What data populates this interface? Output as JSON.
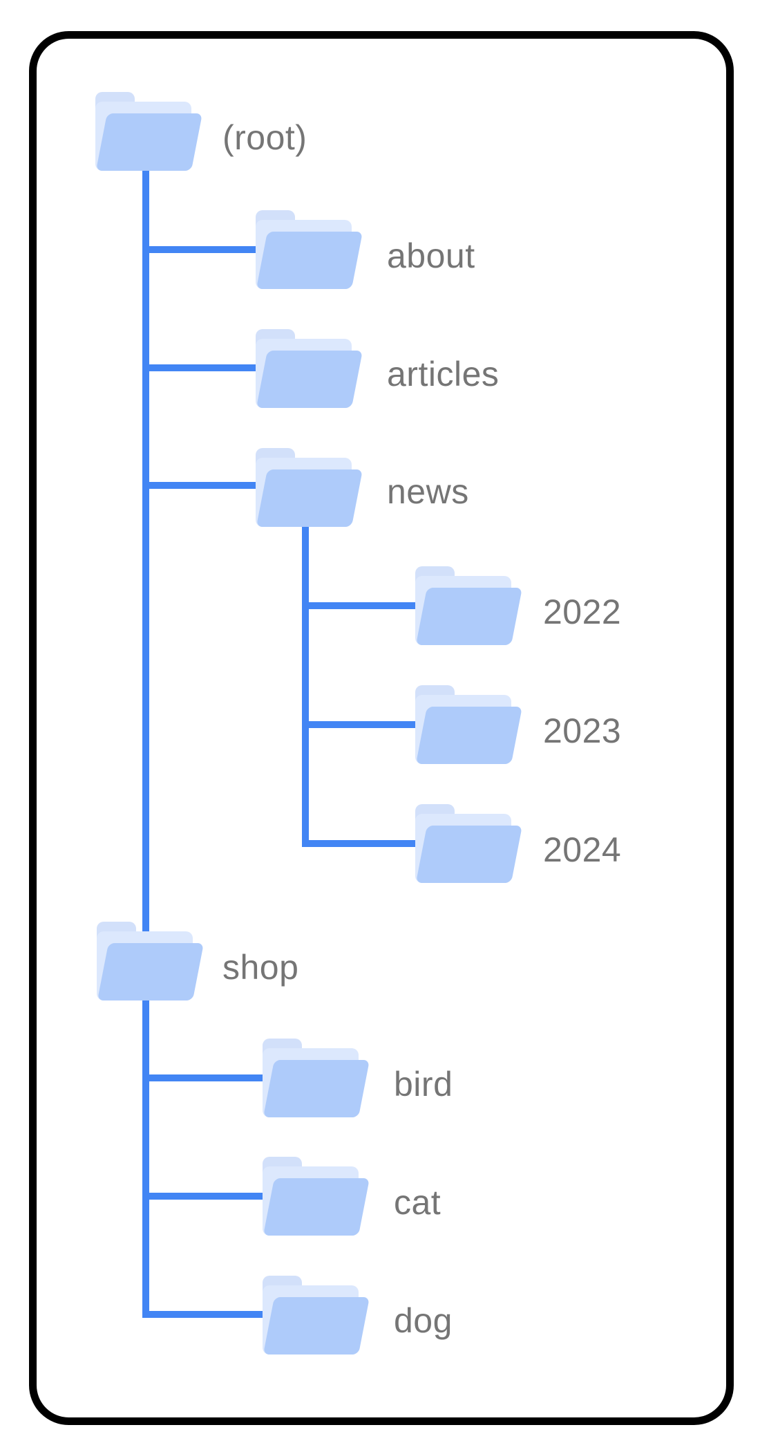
{
  "diagram": {
    "description_visible_text_only": "",
    "colors": {
      "card_border": "#000000",
      "card_fill": "#ffffff",
      "connector": "#4285F4",
      "folder_front": "#AECBFA",
      "folder_back": "#DCE8FD",
      "folder_tab": "#D2E0FA",
      "label_text": "#757575"
    },
    "tree": {
      "label": "(root)",
      "children": [
        {
          "label": "about",
          "children": []
        },
        {
          "label": "articles",
          "children": []
        },
        {
          "label": "news",
          "children": [
            {
              "label": "2022",
              "children": []
            },
            {
              "label": "2023",
              "children": []
            },
            {
              "label": "2024",
              "children": []
            }
          ]
        },
        {
          "label": "shop",
          "children": [
            {
              "label": "bird",
              "children": []
            },
            {
              "label": "cat",
              "children": []
            },
            {
              "label": "dog",
              "children": []
            }
          ]
        }
      ]
    }
  }
}
